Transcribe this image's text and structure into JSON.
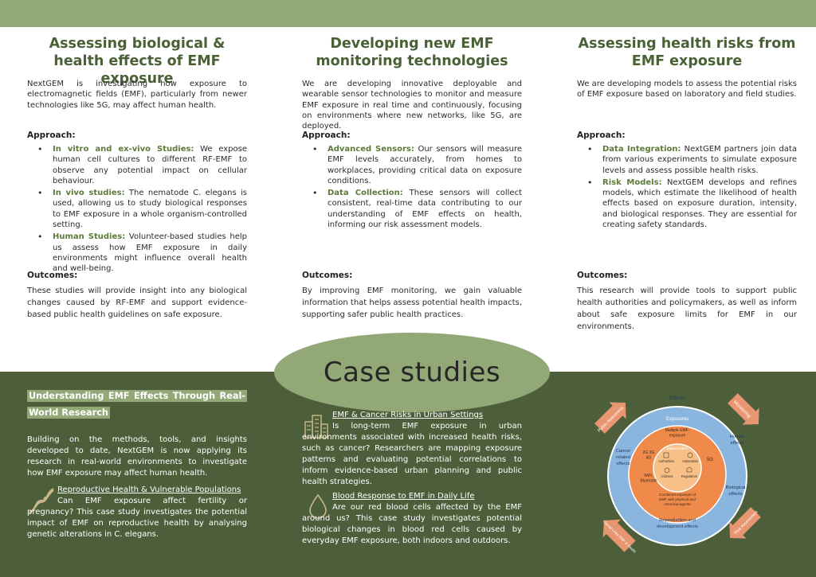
{
  "columns": [
    {
      "title": "Assessing biological & health effects of EMF exposure",
      "intro": "NextGEM is investigating how exposure to electromagnetic fields (EMF), particularly from newer technologies like 5G, may affect human health.",
      "approach_label": "Approach:",
      "items": [
        {
          "term": "In vitro and ex-vivo Studies:",
          "text": " We expose human cell cultures to different RF-EMF to observe any potential impact on cellular behaviour."
        },
        {
          "term": "In vivo studies:",
          "text": " The nematode C. elegans is used, allowing us to study biological responses to EMF exposure in a whole organism-controlled setting."
        },
        {
          "term": "Human Studies:",
          "text": " Volunteer-based studies help us assess how EMF exposure in daily environments might influence overall health and well-being."
        }
      ],
      "outcomes_label": "Outcomes:",
      "outcomes": "These studies will provide insight into any biological changes caused by RF-EMF and support evidence-based public health guidelines on safe exposure."
    },
    {
      "title": "Developing new EMF monitoring technologies",
      "intro": "We are developing innovative deployable and wearable sensor technologies to monitor and measure EMF exposure in real time and continuously, focusing on environments where new networks, like 5G, are deployed.",
      "approach_label": "Approach:",
      "items": [
        {
          "term": "Advanced Sensors:",
          "text": " Our sensors will measure EMF levels accurately, from homes to workplaces, providing critical data on exposure conditions."
        },
        {
          "term": "Data Collection:",
          "text": " These sensors will collect consistent, real-time data contributing to our understanding of EMF effects on health, informing our risk assessment models."
        }
      ],
      "outcomes_label": "Outcomes:",
      "outcomes": "By improving EMF monitoring, we gain valuable information that helps assess potential health impacts, supporting safer public health practices."
    },
    {
      "title": "Assessing health risks from EMF exposure",
      "intro": "We are developing models to assess the potential risks of EMF exposure based on laboratory and field studies.",
      "approach_label": "Approach:",
      "items": [
        {
          "term": "Data Integration:",
          "text": " NextGEM partners join data from various experiments to simulate exposure levels and assess possible health risks."
        },
        {
          "term": "Risk Models:",
          "text": " NextGEM develops and refines models, which estimate the likelihood of health effects based on exposure duration, intensity, and biological responses. They are essential for creating safety standards."
        }
      ],
      "outcomes_label": "Outcomes:",
      "outcomes": "This research will provide tools to support public health authorities and policymakers, as well as inform about safe exposure limits for EMF in our environments."
    }
  ],
  "case_studies": {
    "heading": "Case studies",
    "left_title": "Understanding EMF Effects Through Real-World Research",
    "left_intro": "Building on the methods, tools, and insights developed to date, NextGEM is now applying its research in real-world environments to investigate how EMF exposure may affect human health.",
    "reproductive": {
      "title": "Reproductive Health & Vulnerable Populations",
      "text": "Can EMF exposure affect fertility or pregnancy? This case study investigates the potential impact of EMF on reproductive health by analysing genetic alterations in C. elegans."
    },
    "cancer": {
      "title": "EMF & Cancer Risks in Urban Settings",
      "text": "Is long-term EMF exposure in urban environments associated with increased health risks, such as cancer? Researchers are mapping exposure patterns and evaluating potential correlations to inform evidence-based urban planning and public health strategies."
    },
    "blood": {
      "title": "Blood Response to EMF in Daily Life",
      "text": "Are our red blood cells affected by the EMF around us? This case study investigates potential biological changes in blood red cells caused by everyday EMF exposure, both indoors and outdoors."
    }
  },
  "diagram": {
    "outer_top": "Effects",
    "outer_left": "Cancer related effects",
    "outer_right_top": "Human effects",
    "outer_right_bottom": "Biological effects",
    "outer_bottom": "Reproduction and development effects",
    "mid_top": "Exposures",
    "mid_sub": "Multiple EMF-exposure",
    "left_freq": "2G 3G 4G",
    "left_wifi": "WiFi, Bluetooth",
    "right_5g": "5G",
    "bottom_combined": "Combined exposure of EMF with physical and chemical agents",
    "center_title": "Stakeholders",
    "center_authorities": "Authorities",
    "center_vulnerable": "Vulnerable",
    "center_citizens": "Citizens",
    "center_regulators": "Regulators",
    "arrow_tl": "Public Awareness",
    "arrow_tr": "Monitoring",
    "arrow_bl": "Causal Links EMF & Health",
    "arrow_br": "Risk Assessment",
    "colors": {
      "outer": "#8ab5de",
      "mid": "#f08a4b",
      "inner": "#f6c088",
      "arrow": "#e89671"
    }
  }
}
